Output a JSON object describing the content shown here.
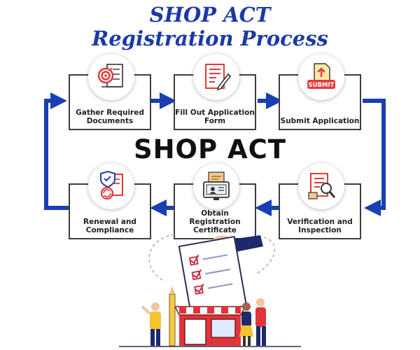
{
  "title_line1": "SHOP ACT",
  "title_line2": "Registration Process",
  "center_title": "SHOP ACT",
  "steps": [
    {
      "label": "Gather Required Documents",
      "icon": "target-checklist-icon"
    },
    {
      "label": "Fill Out Application Form",
      "icon": "form-pen-icon"
    },
    {
      "label": "Submit Application",
      "icon": "submit-document-icon"
    },
    {
      "label": "Verification and Inspection",
      "icon": "magnifier-clipboard-icon"
    },
    {
      "label": "Obtain Registration Certificate",
      "icon": "certificate-monitor-icon"
    },
    {
      "label": "Renewal and Compliance",
      "icon": "shield-renewal-icon"
    }
  ],
  "submit_badge": "SUBMIT",
  "colors": {
    "title_blue": "#1b3aa6",
    "arrow_blue": "#1a3fb3",
    "icon_red": "#e23a3a",
    "store_red": "#e0343a"
  }
}
